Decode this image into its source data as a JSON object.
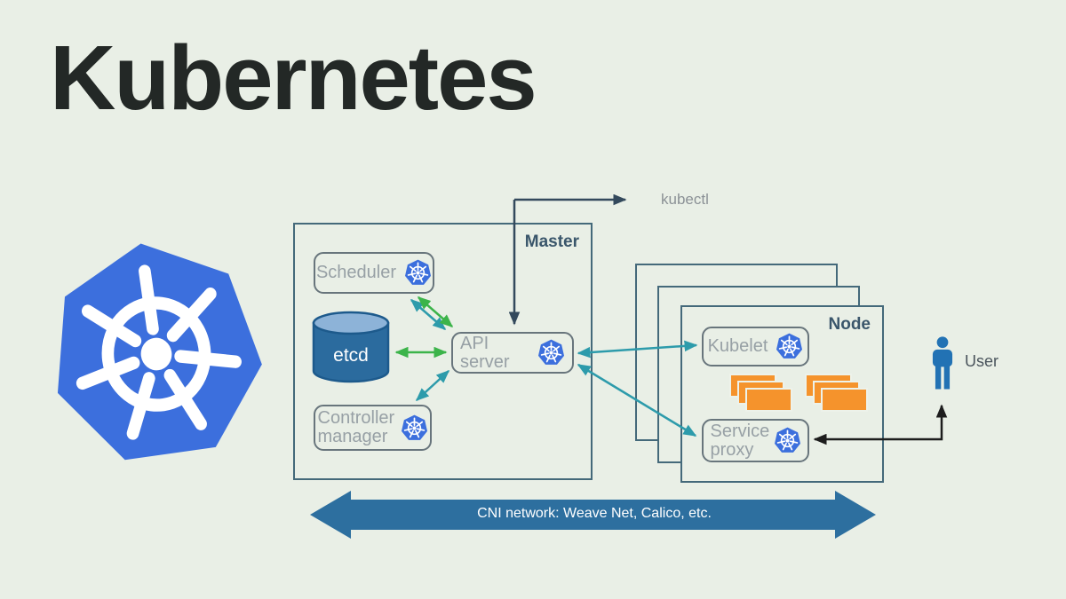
{
  "title": "Kubernetes",
  "diagram": {
    "kubectl_label": "kubectl",
    "master": {
      "label": "Master",
      "components": {
        "scheduler": "Scheduler",
        "etcd": "etcd",
        "api_server": "API server",
        "controller_manager": "Controller manager"
      }
    },
    "node": {
      "label": "Node",
      "stacked_frames": 3,
      "components": {
        "kubelet": "Kubelet",
        "service_proxy": "Service proxy"
      },
      "pod_groups": 2,
      "pods_per_group": 3
    },
    "user_label": "User",
    "cni_label": "CNI network: Weave Net, Calico, etc."
  },
  "icons": {
    "logo": "kubernetes-logo",
    "component_badge": "kubernetes-icon",
    "user": "person-icon",
    "datastore": "database-cylinder-icon",
    "pods": "pod-icon"
  },
  "colors": {
    "background": "#e9efe6",
    "title_text": "#232826",
    "box_border": "#68757c",
    "box_text": "#97a0a5",
    "frame_border": "#44697a",
    "frame_label": "#3a566b",
    "kubectl_text": "#8b9196",
    "arrow_dark": "#33495c",
    "arrow_teal": "#2d9bab",
    "arrow_green": "#3cb44a",
    "arrow_black": "#1d1d1d",
    "k8s_blue": "#3c6fdd",
    "etcd_body": "#2b6b9e",
    "etcd_top": "#8db3d8",
    "etcd_outline": "#1d5a8c",
    "pod_orange": "#f5932c",
    "cni_blue": "#2d6f9f",
    "cni_text": "#ffffff",
    "user_blue": "#2272b4"
  }
}
